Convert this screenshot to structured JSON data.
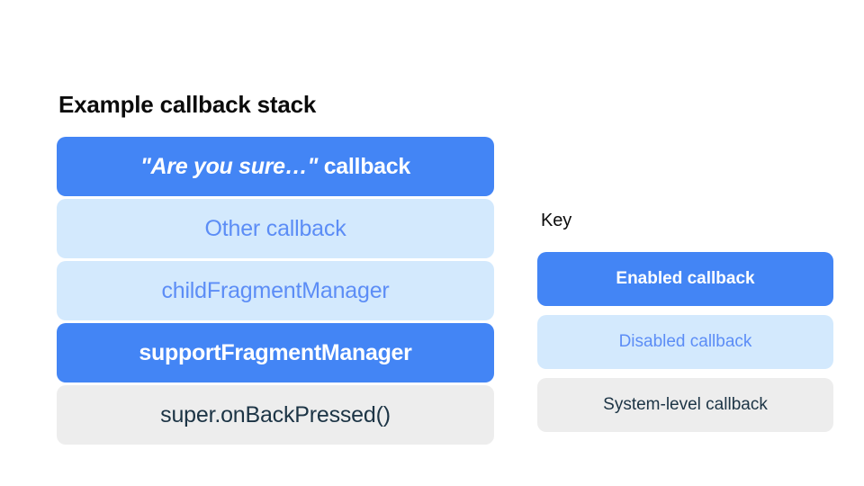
{
  "stack": {
    "title": "Example callback stack",
    "cards": [
      {
        "id": "are-you-sure-callback",
        "quoted": "\"Are you sure…\"",
        "suffix": " callback",
        "type": "enabled"
      },
      {
        "id": "other-callback",
        "label": "Other callback",
        "type": "disabled"
      },
      {
        "id": "child-fragment-manager",
        "label": "childFragmentManager",
        "type": "disabled"
      },
      {
        "id": "support-fragment-manager",
        "label": "supportFragmentManager",
        "type": "enabled"
      },
      {
        "id": "super-on-back-pressed",
        "label": "super.onBackPressed()",
        "type": "system"
      }
    ]
  },
  "key": {
    "title": "Key",
    "items": [
      {
        "id": "enabled-callback",
        "label": "Enabled callback",
        "type": "enabled"
      },
      {
        "id": "disabled-callback",
        "label": "Disabled callback",
        "type": "disabled"
      },
      {
        "id": "system-level-callback",
        "label": "System-level callback",
        "type": "system"
      }
    ]
  },
  "colors": {
    "enabled_bg": "#4385F5",
    "enabled_text": "#FFFFFF",
    "disabled_bg": "#D3E9FD",
    "disabled_text": "#5C8DF6",
    "system_bg": "#EDEDED",
    "system_text": "#1C3445",
    "page_bg": "#FFFFFF",
    "heading_text": "#0B0B0B"
  }
}
